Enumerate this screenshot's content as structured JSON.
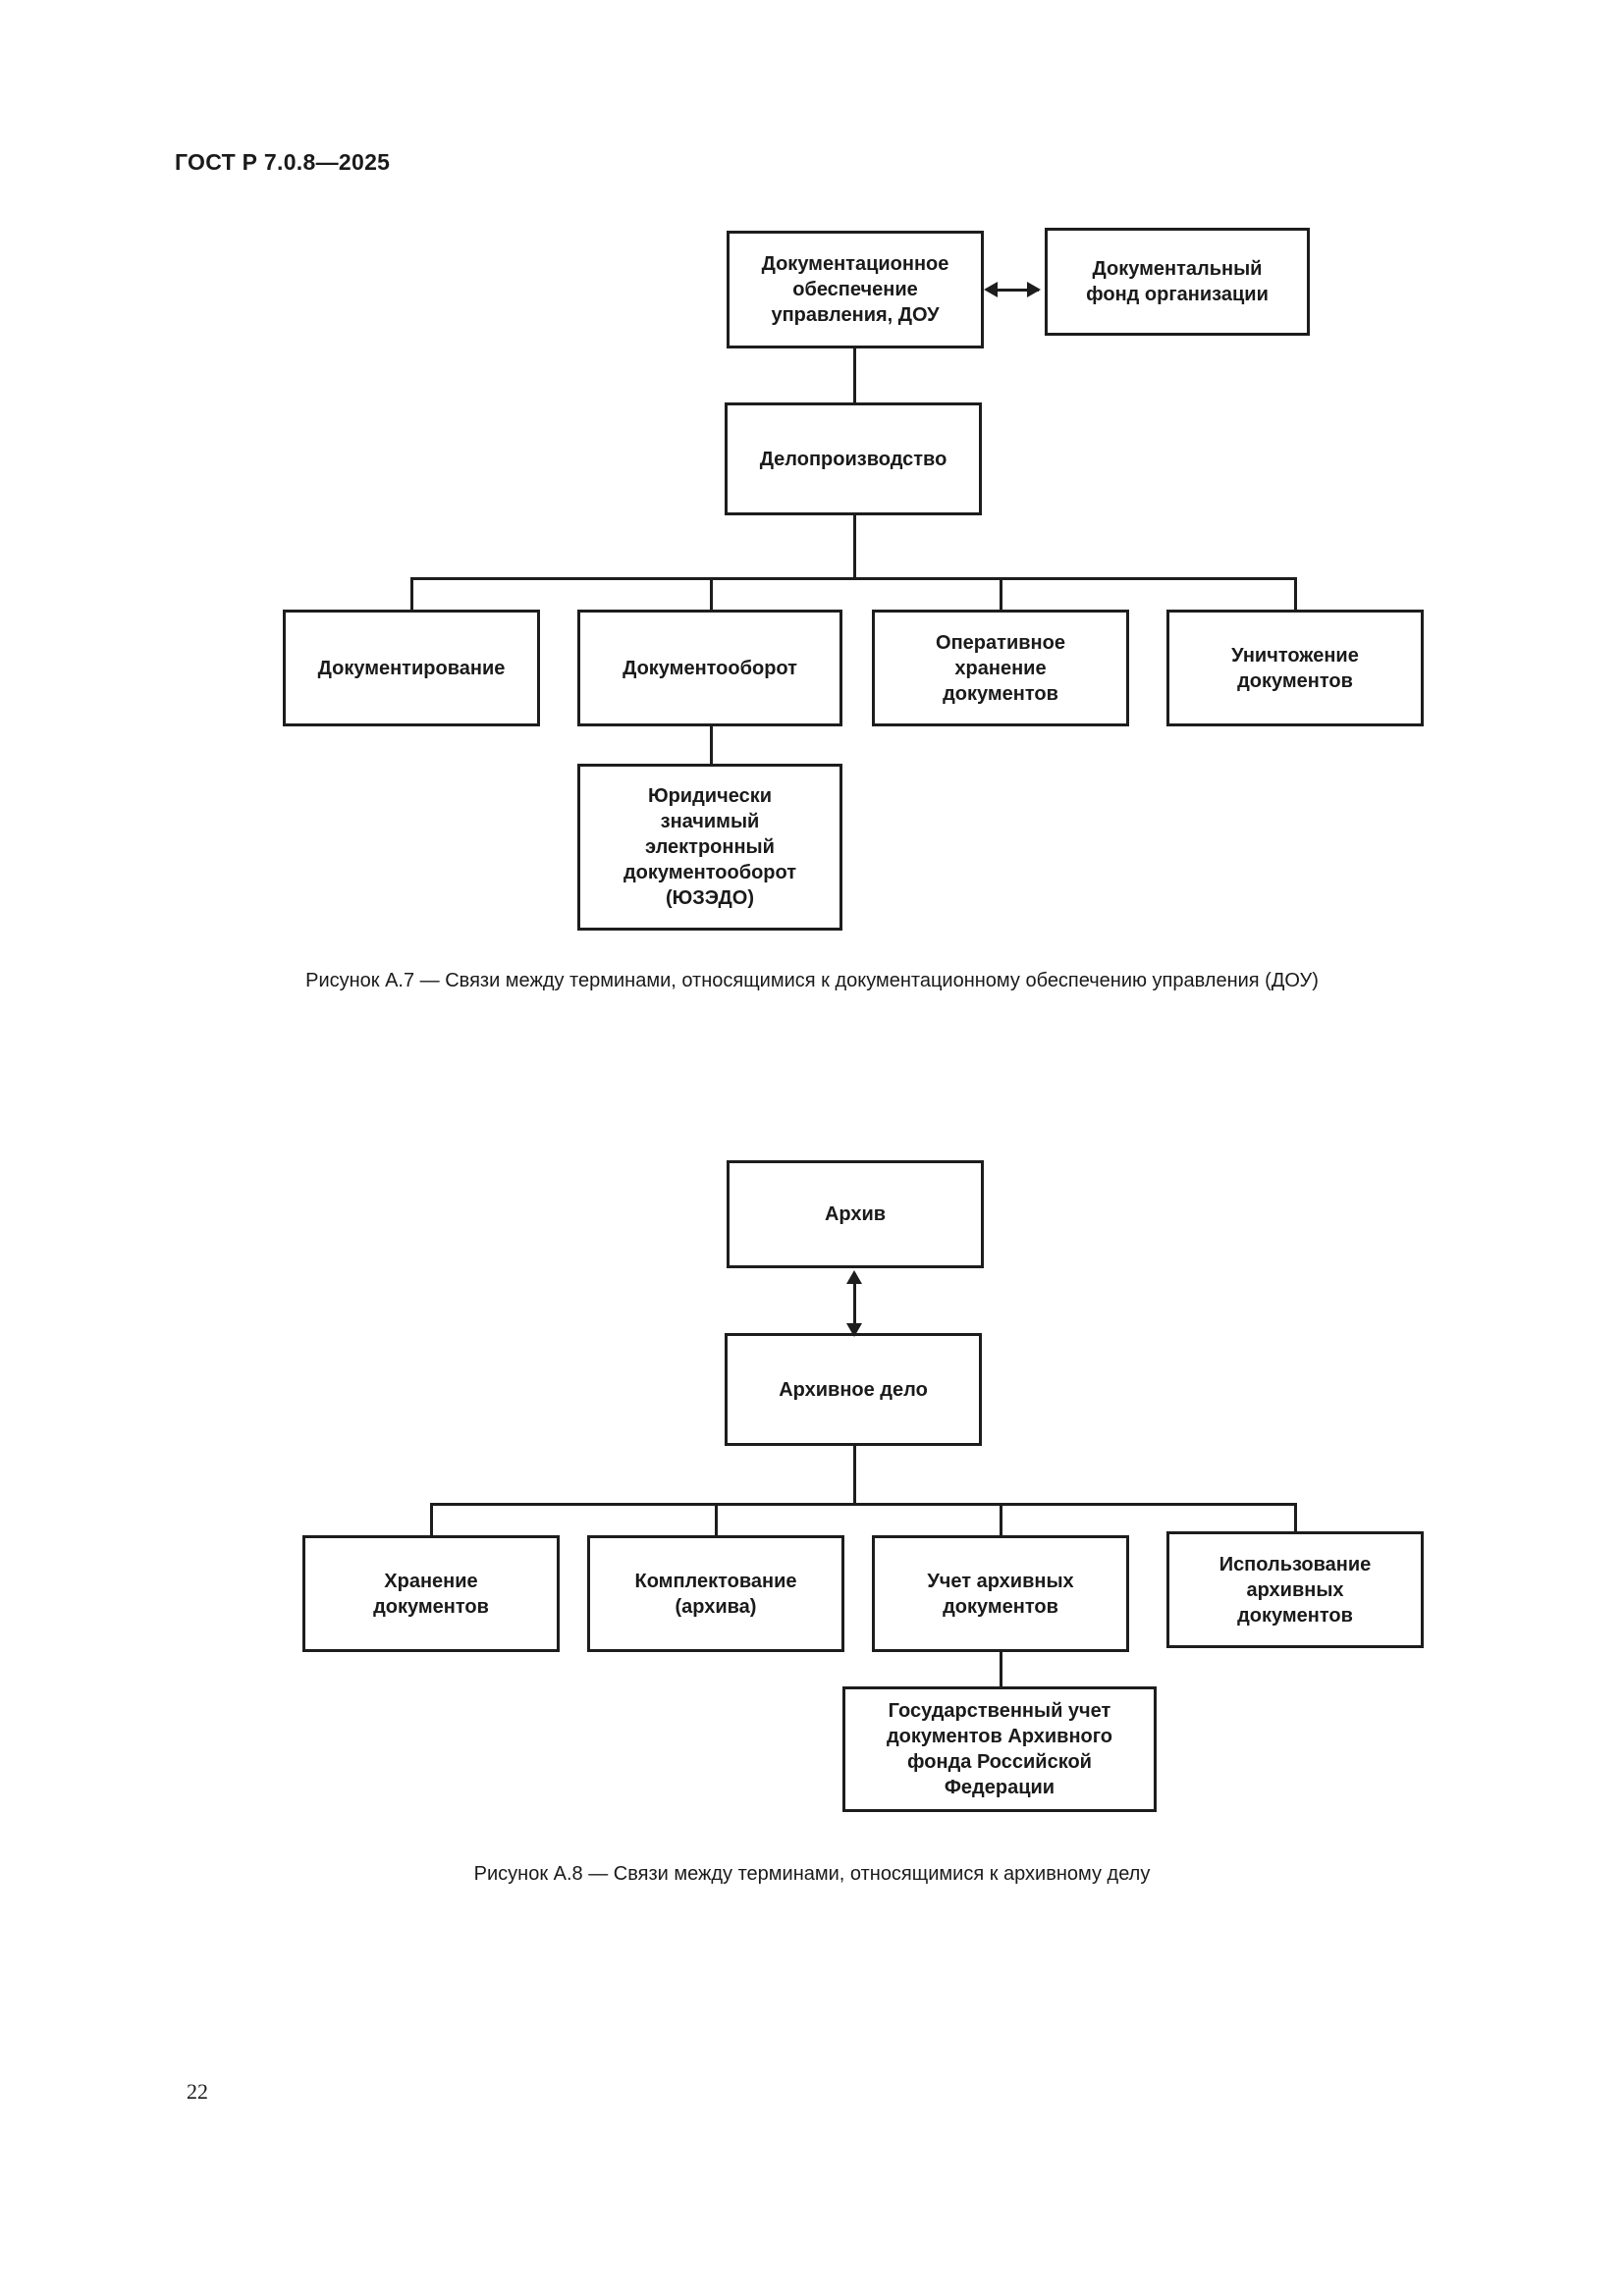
{
  "page": {
    "standard_header": "ГОСТ Р 7.0.8—2025",
    "page_number": "22"
  },
  "figures": [
    {
      "id": "A.7",
      "caption": "Рисунок А.7 — Связи между терминами, относящимися к документационному обеспечению управления (ДОУ)",
      "nodes": {
        "dou": "Документационное\nобеспечение\nуправления, ДОУ",
        "fond": "Документальный\nфонд организации",
        "deloproizvodstvo": "Делопроизводство",
        "dokumentirovanie": "Документирование",
        "dokumentooborot": "Документооборот",
        "operativnoe": "Оперативное\nхранение\nдокументов",
        "unichtozhenie": "Уничтожение\nдокументов",
        "uzedo": "Юридически\nзначимый\nэлектронный\nдокументооборот\n(ЮЗЭДО)"
      }
    },
    {
      "id": "A.8",
      "caption": "Рисунок А.8 — Связи между терминами, относящимися к архивному делу",
      "nodes": {
        "arhiv": "Архив",
        "arhivnoe_delo": "Архивное дело",
        "hranenie": "Хранение\nдокументов",
        "komplektovanie": "Комплектование\n(архива)",
        "uchet": "Учет архивных\nдокументов",
        "ispolzovanie": "Использование\nархивных\nдокументов",
        "gos_uchet": "Государственный учет\nдокументов Архивного\nфонда Российской\nФедерации"
      }
    }
  ]
}
